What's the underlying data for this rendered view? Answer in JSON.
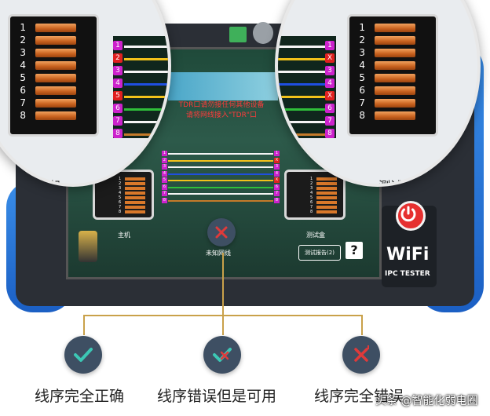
{
  "colors": {
    "accent_blue": "#2a7ee0",
    "line_gold": "#c9a14a",
    "error_red": "#e03a3a",
    "ok_teal": "#3cc7b5",
    "pin_magenta": "#cc22cc"
  },
  "magnifier_left": {
    "pins": [
      "1",
      "2",
      "3",
      "4",
      "5",
      "6",
      "7",
      "8"
    ],
    "label": "主机",
    "badges": [
      {
        "n": "1",
        "color": "#cc22cc"
      },
      {
        "n": "2",
        "color": "#e02020"
      },
      {
        "n": "3",
        "color": "#cc22cc"
      },
      {
        "n": "4",
        "color": "#cc22cc"
      },
      {
        "n": "5",
        "color": "#e02020"
      },
      {
        "n": "6",
        "color": "#cc22cc"
      },
      {
        "n": "7",
        "color": "#cc22cc"
      },
      {
        "n": "8",
        "color": "#cc22cc"
      }
    ]
  },
  "magnifier_right": {
    "pins": [
      "1",
      "2",
      "3",
      "4",
      "5",
      "6",
      "7",
      "8"
    ],
    "label": "测试盒",
    "badges": [
      {
        "n": "1",
        "color": "#cc22cc"
      },
      {
        "n": "X",
        "color": "#e02020"
      },
      {
        "n": "3",
        "color": "#cc22cc"
      },
      {
        "n": "4",
        "color": "#cc22cc"
      },
      {
        "n": "X",
        "color": "#e02020"
      },
      {
        "n": "6",
        "color": "#cc22cc"
      },
      {
        "n": "7",
        "color": "#cc22cc"
      },
      {
        "n": "8",
        "color": "#cc22cc"
      }
    ]
  },
  "screen": {
    "warning_line1": "TDR口请勿接任何其他设备",
    "warning_line2": "请将网线接入\"TDR\"口",
    "left_label": "主机",
    "right_label": "测试盒",
    "status_label": "未知网线",
    "report_button": "测试报告(2)",
    "help_button": "?",
    "small_pins": [
      "1",
      "2",
      "3",
      "4",
      "5",
      "6",
      "7",
      "8"
    ],
    "wire_badges_left": [
      "1",
      "2",
      "3",
      "4",
      "5",
      "6",
      "7",
      "8"
    ],
    "wire_badges_right": [
      "1",
      "X",
      "3",
      "4",
      "X",
      "6",
      "7",
      "8"
    ]
  },
  "device": {
    "wifi_label": "WiFi",
    "model_label": "IPC TESTER"
  },
  "legend": [
    {
      "label": "线序完全正确",
      "icon": "check-icon"
    },
    {
      "label": "线序错误但是可用",
      "icon": "check-cross-icon"
    },
    {
      "label": "线序完全错误",
      "icon": "cross-icon"
    }
  ],
  "watermark": "头条 @智能化弱电圈"
}
